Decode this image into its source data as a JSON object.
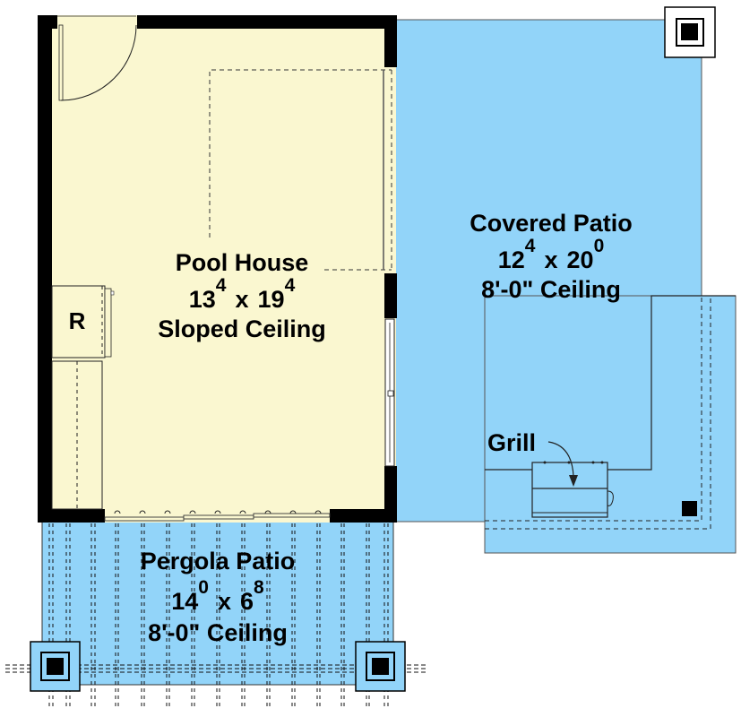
{
  "plan": {
    "colors": {
      "interior": "#FAF7D0",
      "exterior": "#92D4F9",
      "wall": "#000000",
      "background": "#FFFFFF"
    },
    "rooms": [
      {
        "id": "pool-house",
        "name": "Pool House",
        "width_ft": "13",
        "width_in": "4",
        "depth_ft": "19",
        "depth_in": "4",
        "ceiling": "Sloped Ceiling"
      },
      {
        "id": "covered-patio",
        "name": "Covered Patio",
        "width_ft": "12",
        "width_in": "4",
        "depth_ft": "20",
        "depth_in": "0",
        "ceiling": "8'-0\" Ceiling"
      },
      {
        "id": "pergola-patio",
        "name": "Pergola Patio",
        "width_ft": "14",
        "width_in": "0",
        "depth_ft": "6",
        "depth_in": "8",
        "ceiling": "8'-0\" Ceiling"
      }
    ],
    "fixtures": {
      "refrigerator_label": "R",
      "grill_label": "Grill",
      "dim_separator": "x"
    }
  }
}
